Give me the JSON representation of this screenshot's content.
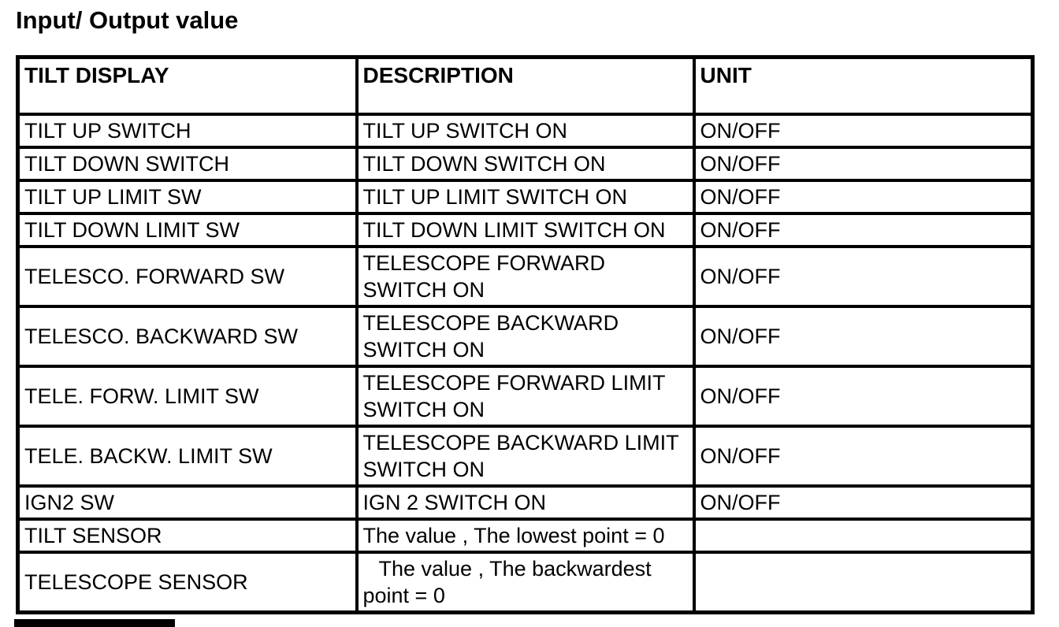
{
  "page": {
    "title": "Input/ Output value"
  },
  "colors": {
    "text": "#000000",
    "background": "#ffffff",
    "table_border": "#000000"
  },
  "table": {
    "columns": [
      {
        "label": "TILT DISPLAY"
      },
      {
        "label": "DESCRIPTION"
      },
      {
        "label": "UNIT"
      }
    ],
    "rows": [
      {
        "display": "TILT UP SWITCH",
        "description": "TILT UP SWITCH ON",
        "unit": "ON/OFF"
      },
      {
        "display": "TILT DOWN SWITCH",
        "description": "TILT DOWN SWITCH ON",
        "unit": "ON/OFF"
      },
      {
        "display": "TILT UP LIMIT SW",
        "description": "TILT UP LIMIT SWITCH ON",
        "unit": "ON/OFF"
      },
      {
        "display": "TILT DOWN LIMIT SW",
        "description": "TILT DOWN LIMIT SWITCH ON",
        "unit": "ON/OFF"
      },
      {
        "display": "TELESCO. FORWARD SW",
        "description": "TELESCOPE FORWARD SWITCH ON",
        "unit": "ON/OFF"
      },
      {
        "display": "TELESCO. BACKWARD SW",
        "description": "TELESCOPE BACKWARD SWITCH ON",
        "unit": "ON/OFF"
      },
      {
        "display": "TELE. FORW. LIMIT SW",
        "description": "TELESCOPE FORWARD LIMIT SWITCH ON",
        "unit": "ON/OFF"
      },
      {
        "display": "TELE. BACKW. LIMIT SW",
        "description": "TELESCOPE BACKWARD LIMIT SWITCH ON",
        "unit": "ON/OFF"
      },
      {
        "display": "IGN2 SW",
        "description": "IGN 2 SWITCH ON",
        "unit": "ON/OFF"
      },
      {
        "display": "TILT SENSOR",
        "description": "The value , The lowest point = 0",
        "unit": ""
      },
      {
        "display": "TELESCOPE SENSOR",
        "description": "The value , The backwardest point = 0",
        "unit": ""
      }
    ]
  }
}
